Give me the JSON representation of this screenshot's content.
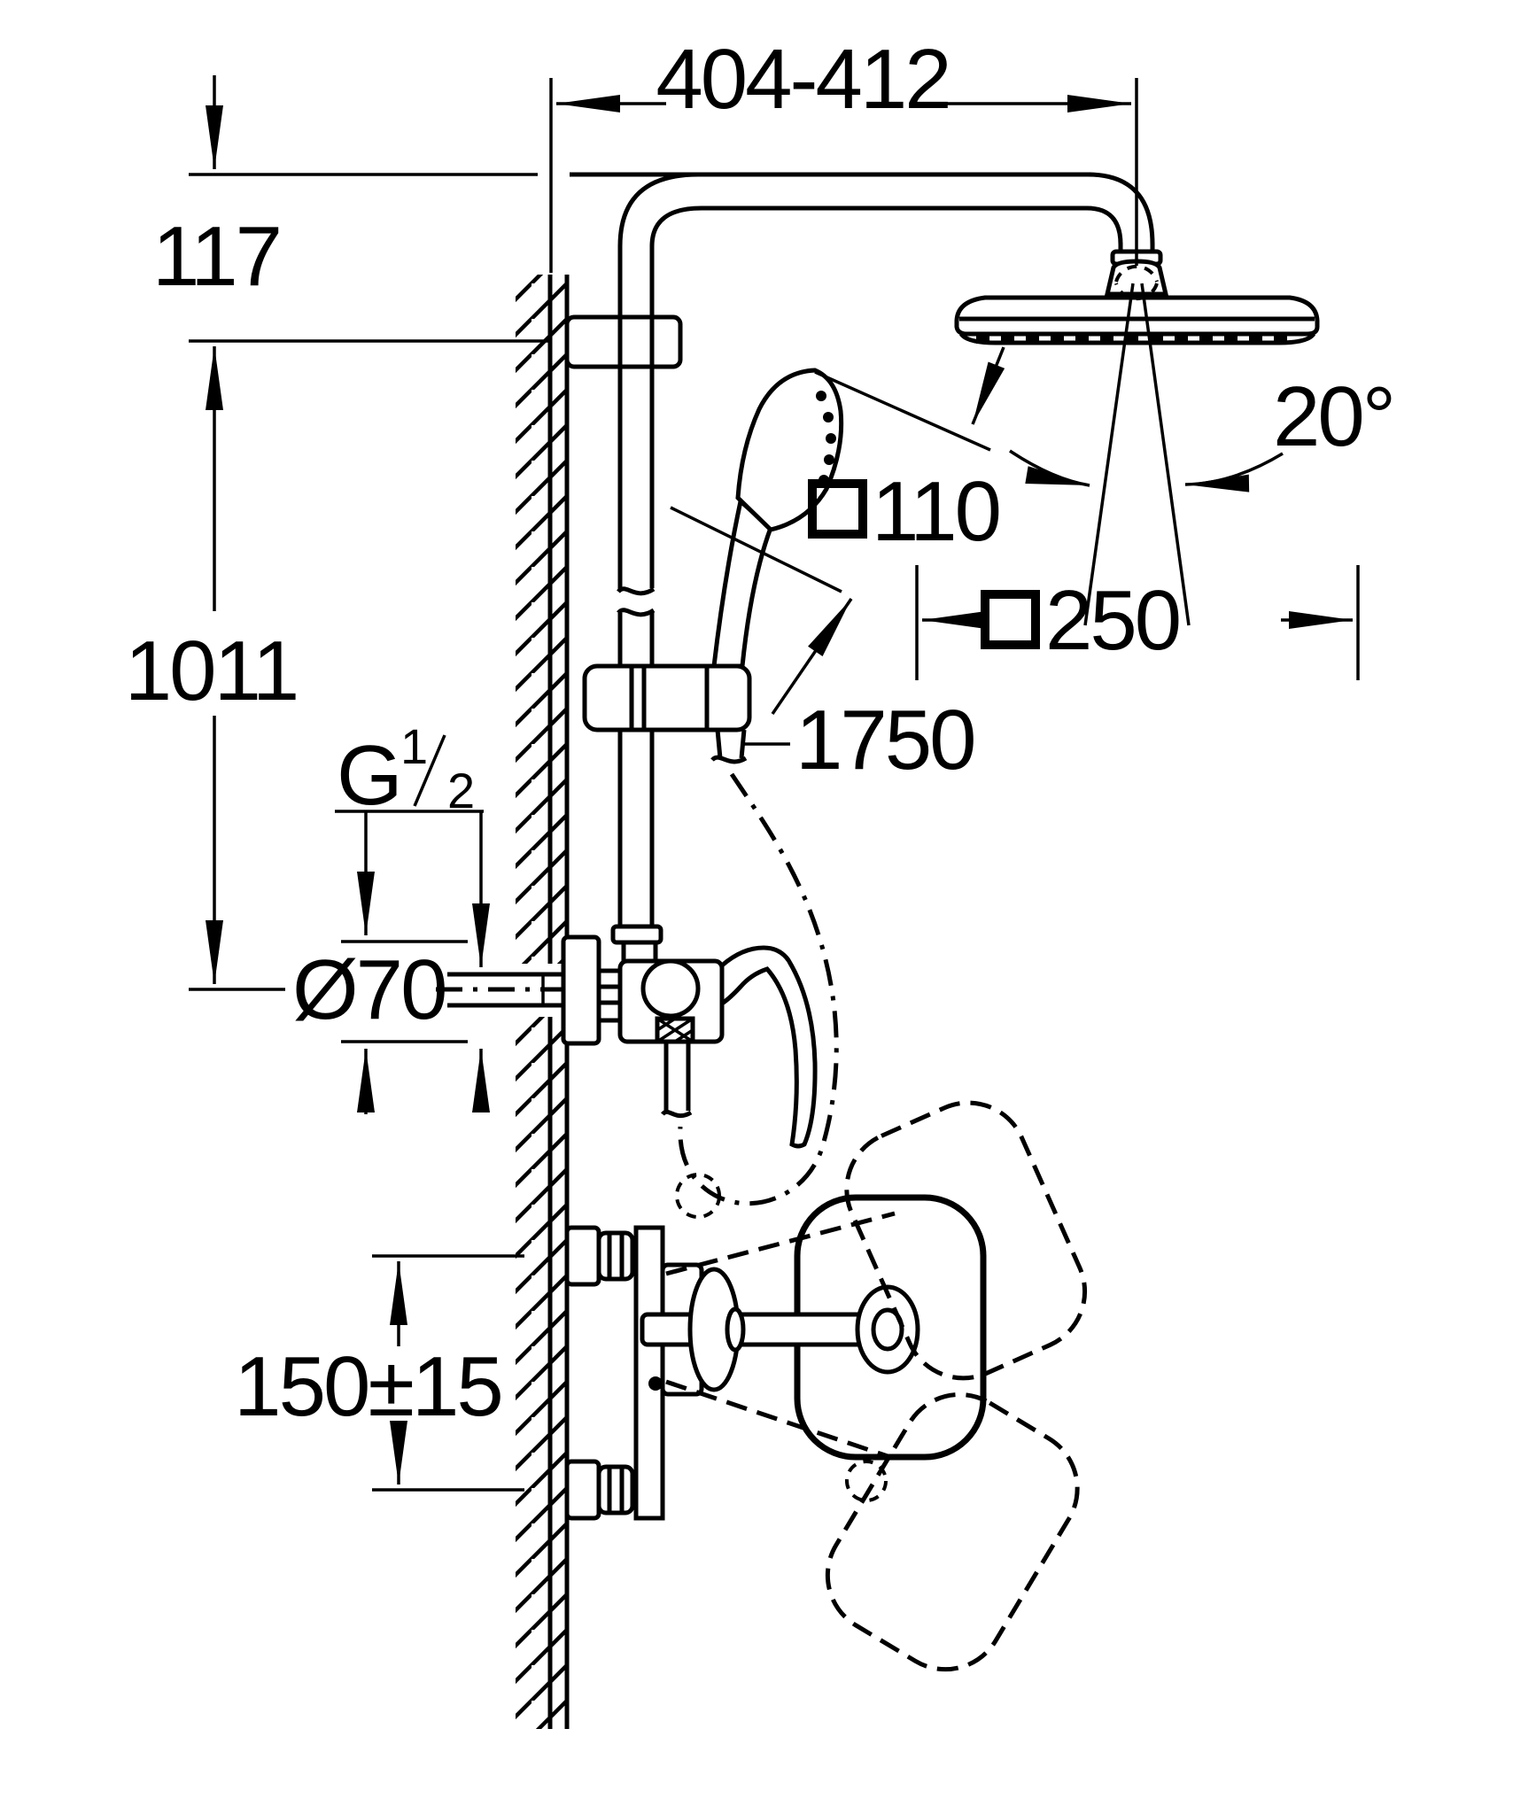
{
  "drawing": {
    "title": "shower-system-dimensional-drawing",
    "labels": {
      "reach": "404-412",
      "head_offset": "117",
      "riser_height": "1011",
      "spray_angle": "20°",
      "handshower_size": "110",
      "headshower_size": "250",
      "hose_length": "1750",
      "thread_g": "G",
      "thread_num": "1",
      "thread_den": "2",
      "escutcheon_dia": "Ø70",
      "connection_spacing": "150±15"
    }
  }
}
